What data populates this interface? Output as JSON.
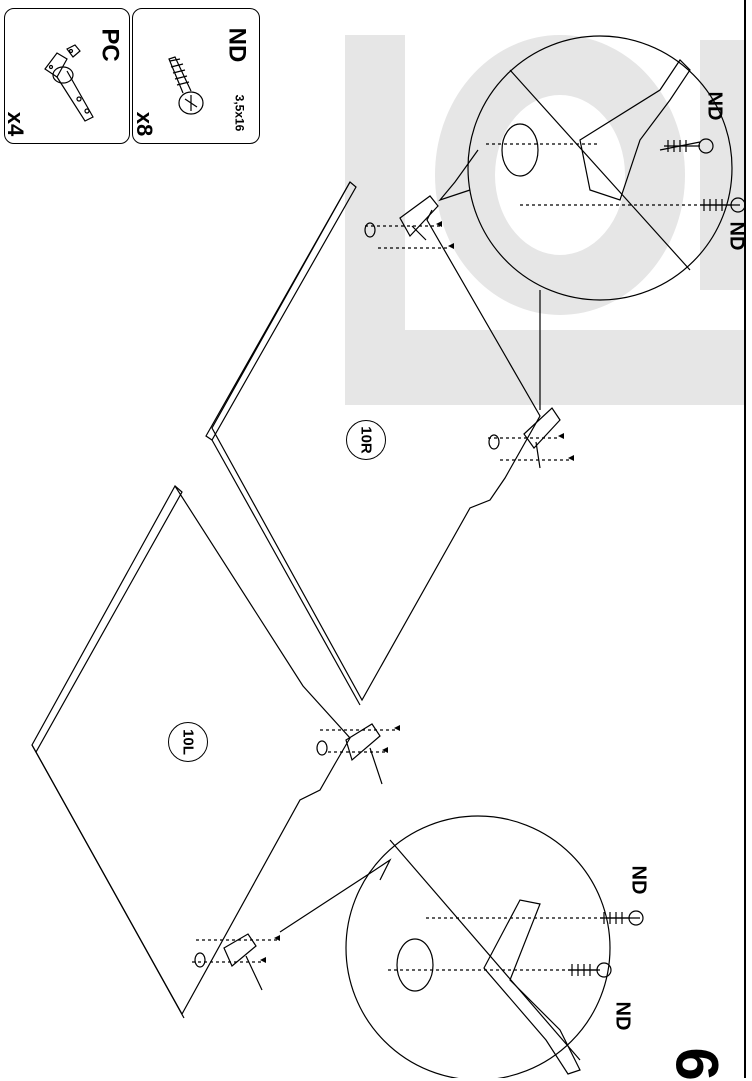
{
  "parts": {
    "hinge": {
      "code": "PC",
      "qty": "x4",
      "icon": "hinge-icon"
    },
    "screw": {
      "code": "ND",
      "qty": "x8",
      "size": "3,5x16",
      "icon": "screw-icon"
    }
  },
  "panels": {
    "right": "10R",
    "left": "10L"
  },
  "callouts": {
    "top_upper": "ND",
    "top_lower": "ND",
    "bottom_upper": "ND",
    "bottom_lower": "ND"
  },
  "step_number": "6",
  "watermark_text": "Lor",
  "colors": {
    "line": "#000000",
    "watermark": "#e6e6e6",
    "background": "#ffffff"
  }
}
